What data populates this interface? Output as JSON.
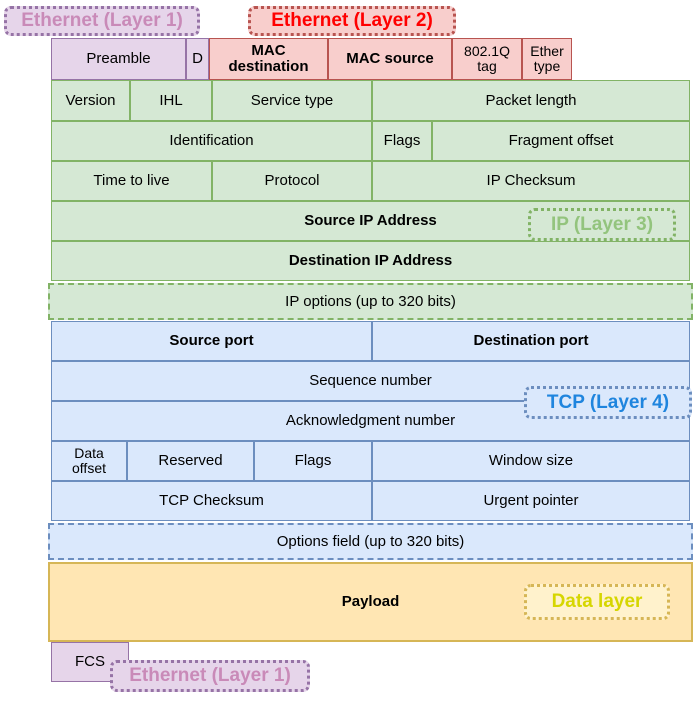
{
  "diagram": {
    "title": "TCP/IP packet structure over Ethernet",
    "colors": {
      "ethernet_l1_fill": "#e6d5ea",
      "ethernet_l1_stroke": "#9673a6",
      "ethernet_l1_text": "#c98ab8",
      "ethernet_l2_fill": "#f8cecc",
      "ethernet_l2_stroke": "#b85450",
      "ethernet_l2_text": "#ff0000",
      "ip_fill": "#d5e8d4",
      "ip_stroke": "#82b366",
      "ip_text": "#93c47d",
      "tcp_fill": "#dae8fc",
      "tcp_stroke": "#6c8ebf",
      "tcp_text": "#1f85de",
      "data_fill": "#ffe6b3",
      "data_stroke": "#d6b656",
      "data_text": "#d6d600",
      "field_text": "#000000",
      "background": "#ffffff"
    }
  },
  "badges": {
    "ethernet_layer1_top": "Ethernet (Layer 1)",
    "ethernet_layer2": "Ethernet (Layer 2)",
    "ip_layer3": "IP (Layer 3)",
    "tcp_layer4": "TCP (Layer 4)",
    "data_layer": "Data layer",
    "ethernet_layer1_bottom": "Ethernet (Layer 1)"
  },
  "rows": {
    "ethernet_header": [
      {
        "label": "Preamble",
        "layer": "ethernet-l1",
        "bold": false
      },
      {
        "label": "D",
        "layer": "ethernet-l1",
        "bold": false
      },
      {
        "label": "MAC\ndestination",
        "layer": "ethernet-l2",
        "bold": true
      },
      {
        "label": "MAC source",
        "layer": "ethernet-l2",
        "bold": true
      },
      {
        "label": "802.1Q\ntag",
        "layer": "ethernet-l2",
        "bold": false
      },
      {
        "label": "Ether\ntype",
        "layer": "ethernet-l2",
        "bold": false
      }
    ],
    "ip_row1": [
      {
        "label": "Version"
      },
      {
        "label": "IHL"
      },
      {
        "label": "Service type"
      },
      {
        "label": "Packet length"
      }
    ],
    "ip_row2": [
      {
        "label": "Identification"
      },
      {
        "label": "Flags"
      },
      {
        "label": "Fragment offset"
      }
    ],
    "ip_row3": [
      {
        "label": "Time to live"
      },
      {
        "label": "Protocol"
      },
      {
        "label": "IP Checksum"
      }
    ],
    "ip_row4": [
      {
        "label": "Source IP Address",
        "bold": true
      }
    ],
    "ip_row5": [
      {
        "label": "Destination IP Address",
        "bold": true
      }
    ],
    "ip_options": [
      {
        "label": "IP options (up to 320 bits)",
        "optional": true
      }
    ],
    "tcp_row1": [
      {
        "label": "Source port",
        "bold": true
      },
      {
        "label": "Destination port",
        "bold": true
      }
    ],
    "tcp_row2": [
      {
        "label": "Sequence number"
      }
    ],
    "tcp_row3": [
      {
        "label": "Acknowledgment number"
      }
    ],
    "tcp_row4": [
      {
        "label": "Data\noffset"
      },
      {
        "label": "Reserved"
      },
      {
        "label": "Flags"
      },
      {
        "label": "Window size"
      }
    ],
    "tcp_row5": [
      {
        "label": "TCP Checksum"
      },
      {
        "label": "Urgent pointer"
      }
    ],
    "tcp_options": [
      {
        "label": "Options field (up to 320 bits)",
        "optional": true
      }
    ],
    "payload": [
      {
        "label": "Payload",
        "bold": true
      }
    ],
    "trailer": [
      {
        "label": "FCS"
      }
    ]
  }
}
